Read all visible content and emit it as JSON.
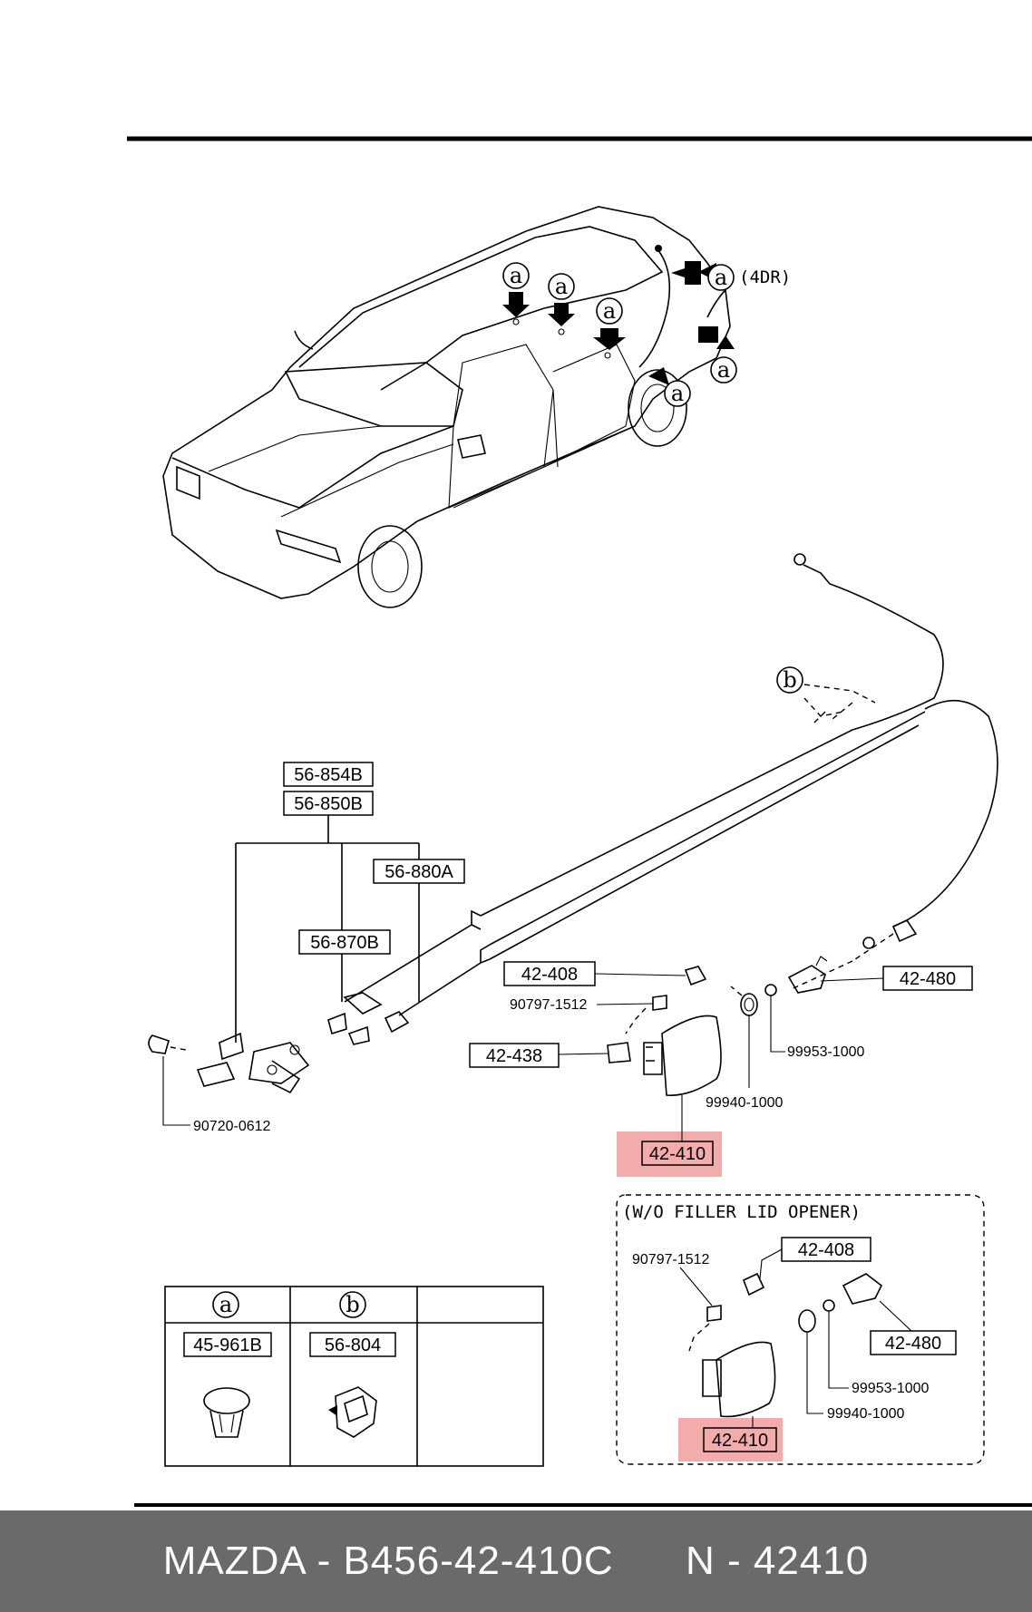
{
  "callouts": {
    "a": "a",
    "b": "b",
    "variant_4dr": "(4DR)"
  },
  "parts": {
    "p56_854b": "56-854B",
    "p56_850b": "56-850B",
    "p56_880a": "56-880A",
    "p56_870b": "56-870B",
    "p42_408": "42-408",
    "p90797_1512": "90797-1512",
    "p42_438": "42-438",
    "p42_480": "42-480",
    "p99953_1000": "99953-1000",
    "p99940_1000": "99940-1000",
    "p90720_0612": "90720-0612",
    "p42_410": "42-410"
  },
  "inset": {
    "title": "(W/O FILLER LID OPENER)",
    "p90797_1512": "90797-1512",
    "p42_408": "42-408",
    "p42_480": "42-480",
    "p99953_1000": "99953-1000",
    "p99940_1000": "99940-1000",
    "p42_410": "42-410"
  },
  "legend": {
    "col_a": "a",
    "col_b": "b",
    "part_a": "45-961B",
    "part_b": "56-804"
  },
  "footer": {
    "brand_part": "MAZDA - B456-42-410C",
    "number": "N - 42410"
  },
  "colors": {
    "highlight": "#f2a3a3",
    "footer_bg": "#6a6a6a"
  }
}
